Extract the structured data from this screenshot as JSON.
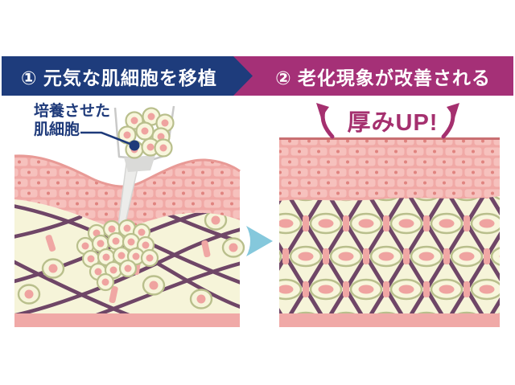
{
  "steps": {
    "step1": {
      "label": "① 元気な肌細胞を移植"
    },
    "step2": {
      "label": "② 老化現象が改善される"
    }
  },
  "annotations": {
    "cultured_cells_line1": "培養させた",
    "cultured_cells_line2": "肌細胞",
    "thickness_up": "厚みUP!"
  },
  "icons": {
    "transition_arrow": "right-chevron-arrow",
    "up_arrow_left": "curved-up-arrow",
    "up_arrow_right": "curved-up-arrow",
    "callout_pointer": "leader-line-with-dot",
    "syringe": "cell-injector-device"
  },
  "palette": {
    "step1_banner": "#1e3c7c",
    "step2_banner": "#a53077",
    "banner_text": "#ffffff",
    "callout_text": "#1e3a7a",
    "thickness_text": "#a5306f",
    "epidermis_base": "#f0a9a6",
    "epidermis_brick": "#f6c1bd",
    "epidermis_dot": "#e0837f",
    "epidermis_top_line": "#e89a96",
    "dermis_base": "#f6f4d9",
    "fiber": "#6f4667",
    "cell_ring": "#b9bf8c",
    "cell_fill": "#f8f6dc",
    "cell_nucleus": "#efa3a0",
    "clamp": "#f0a7a4",
    "bottom_bar": "#f0a9a7",
    "transition_arrow": "#85c8dc",
    "syringe_outline": "#c9c9c8",
    "syringe_shaft": "#ececea"
  }
}
